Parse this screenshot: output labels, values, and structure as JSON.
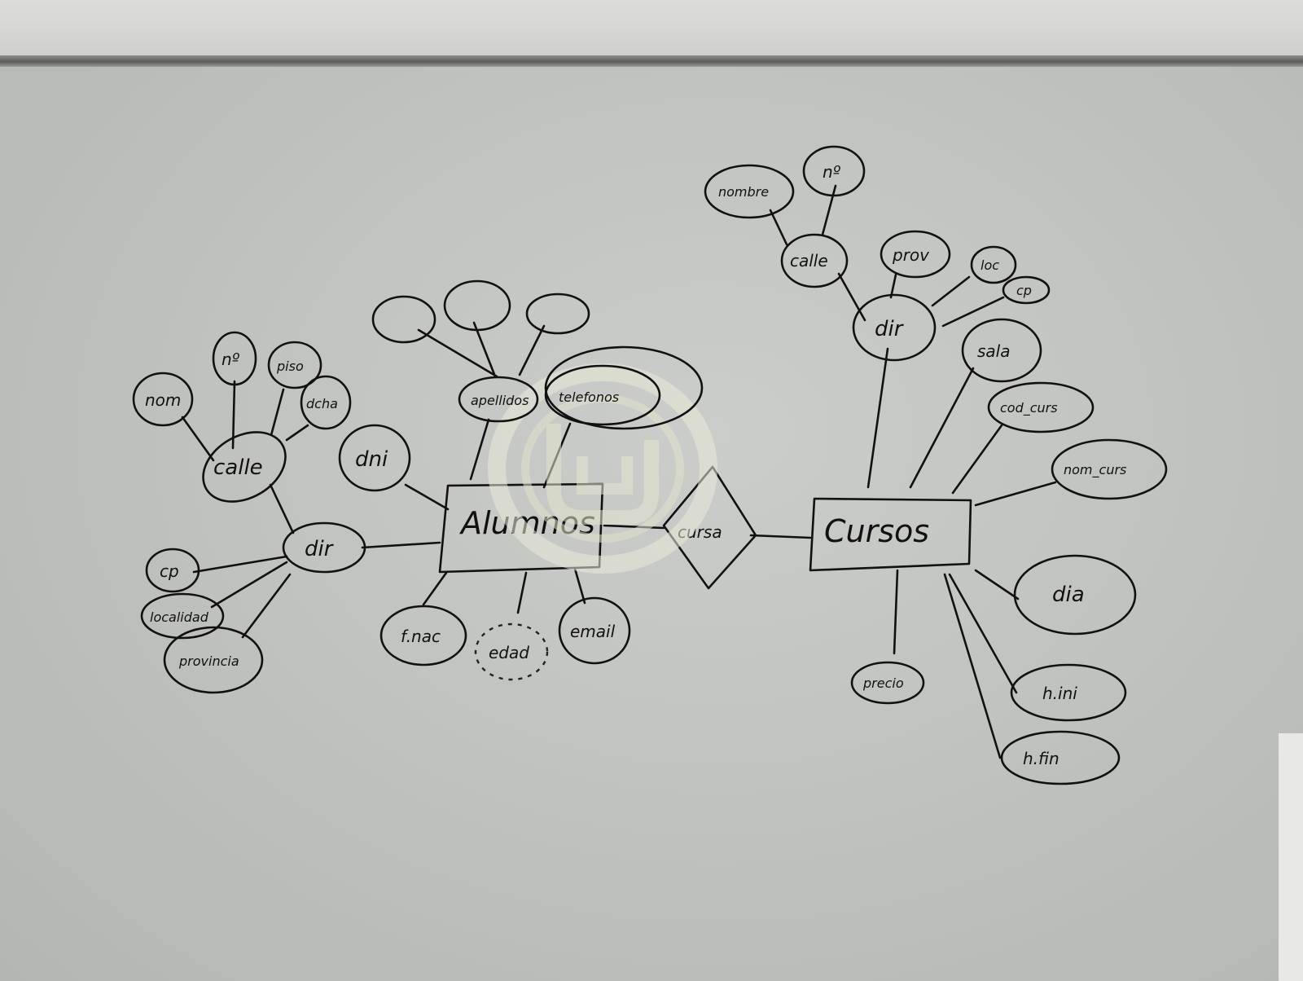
{
  "diagram": {
    "entities": {
      "alumnos": "Alumnos",
      "cursos": "Cursos"
    },
    "relationship": "cursa",
    "alumnos_attributes": {
      "apellidos": "apellidos",
      "telefonos": "telefonos",
      "dni": "dni",
      "dir": "dir",
      "calle": "calle",
      "nom": "nom",
      "no": "nº",
      "piso": "piso",
      "dcha": "dcha",
      "cp": "cp",
      "localidad": "localidad",
      "provincia": "provincia",
      "f_nac": "f.nac",
      "edad": "edad",
      "email": "email"
    },
    "cursos_attributes": {
      "dir": "dir",
      "calle": "calle",
      "nombre": "nombre",
      "numero": "nº",
      "prov": "prov",
      "loc": "loc",
      "cp": "cp",
      "sala": "sala",
      "cod_curs": "cod_curs",
      "nom_curs": "nom_curs",
      "dia": "dia",
      "h_ini": "h.ini",
      "h_fin": "h.fin",
      "precio": "precio"
    }
  },
  "colors": {
    "board": "#c1c3c0",
    "ink": "#111111",
    "frame": "#5d5e5c"
  }
}
